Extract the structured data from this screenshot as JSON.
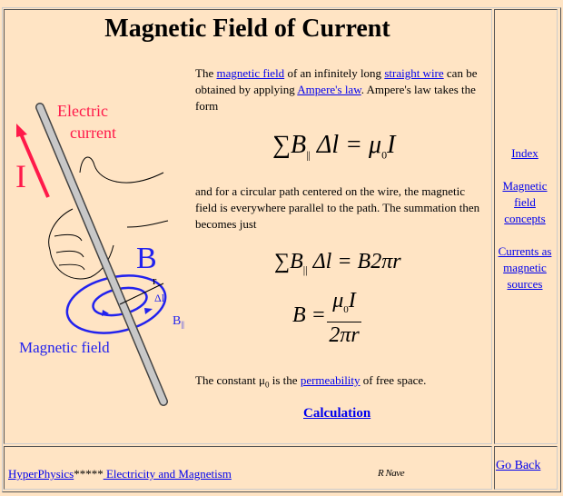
{
  "title": "Magnetic Field of Current",
  "intro": {
    "t1": "The ",
    "l1": "magnetic field",
    "t2": " of an infinitely long ",
    "l2": "straight wire",
    "t3": " can be obtained by applying ",
    "l3": "Ampere's law",
    "t4": ". Ampere's law takes the form"
  },
  "eq1": {
    "lhs": "∑B",
    "sub": "||",
    "mid": " Δl = μ",
    "sub2": "0",
    "end": "I"
  },
  "para2": "and for a circular path centered on the wire, the magnetic field is everywhere parallel to the path. The summation then becomes just",
  "eq2": {
    "lhs": "∑B",
    "sub": "||",
    "rest": " Δl = B2πr"
  },
  "eq3": {
    "lhs": "B =",
    "num": "μ",
    "numsub": "0",
    "numend": "I",
    "den": "2πr"
  },
  "para3": {
    "t1": "The constant μ",
    "sub": "0",
    "t2": " is the ",
    "link": "permeability",
    "t3": " of free space."
  },
  "calc_link": "Calculation",
  "figure": {
    "current_label_1": "Electric",
    "current_label_2": "current",
    "I": "I",
    "B": "B",
    "r": "r",
    "dl": "Δl",
    "Bpar": "B",
    "Bpar_sub": "||",
    "field_label": "Magnetic field"
  },
  "side": [
    "Index",
    "Magnetic field concepts",
    "Currents as magnetic sources"
  ],
  "footer": {
    "hyperphysics": "HyperPhysics",
    "stars": "*****",
    "section": " Electricity and Magnetism",
    "author": "R Nave",
    "go_back": "Go Back"
  },
  "colors": {
    "bg": "#ffe4c4",
    "link": "#0000ee",
    "red": "#ff1a4a",
    "blue": "#2222ee"
  }
}
